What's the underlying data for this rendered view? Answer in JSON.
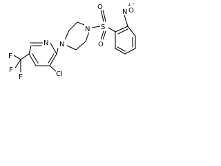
{
  "structure": {
    "atoms": {
      "n_pyridine": "N",
      "cl": "Cl",
      "n_piperazine_left": "N",
      "n_piperazine_right": "N",
      "s": "S",
      "o_top": "O",
      "o_bottom": "O",
      "nitro_n": "N",
      "nitro_plus": "+",
      "nitro_o": "O",
      "nitro_minus": "-",
      "f_top": "F",
      "f_left": "F",
      "f_bottom": "F"
    }
  }
}
